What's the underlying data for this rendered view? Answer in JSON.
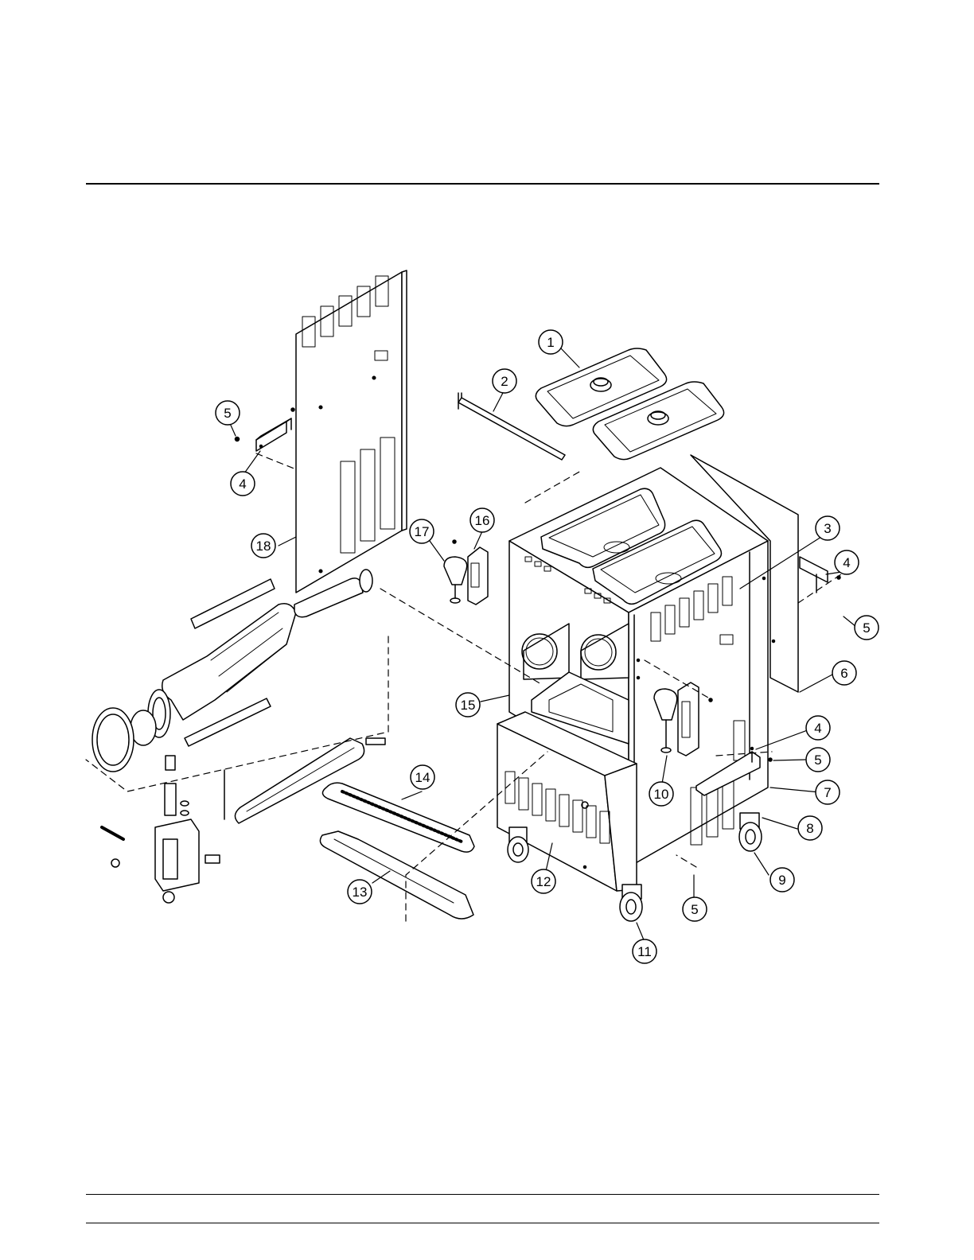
{
  "figure": {
    "callouts": [
      {
        "id": "c1",
        "label": "1"
      },
      {
        "id": "c2",
        "label": "2"
      },
      {
        "id": "c3",
        "label": "3"
      },
      {
        "id": "c4a",
        "label": "4"
      },
      {
        "id": "c4b",
        "label": "4"
      },
      {
        "id": "c4c",
        "label": "4"
      },
      {
        "id": "c5a",
        "label": "5"
      },
      {
        "id": "c5b",
        "label": "5"
      },
      {
        "id": "c5c",
        "label": "5"
      },
      {
        "id": "c5d",
        "label": "5"
      },
      {
        "id": "c6",
        "label": "6"
      },
      {
        "id": "c7",
        "label": "7"
      },
      {
        "id": "c8",
        "label": "8"
      },
      {
        "id": "c9",
        "label": "9"
      },
      {
        "id": "c10",
        "label": "10"
      },
      {
        "id": "c11",
        "label": "11"
      },
      {
        "id": "c12",
        "label": "12"
      },
      {
        "id": "c13",
        "label": "13"
      },
      {
        "id": "c14",
        "label": "14"
      },
      {
        "id": "c15",
        "label": "15"
      },
      {
        "id": "c16",
        "label": "16"
      },
      {
        "id": "c17",
        "label": "17"
      },
      {
        "id": "c18",
        "label": "18"
      }
    ]
  }
}
